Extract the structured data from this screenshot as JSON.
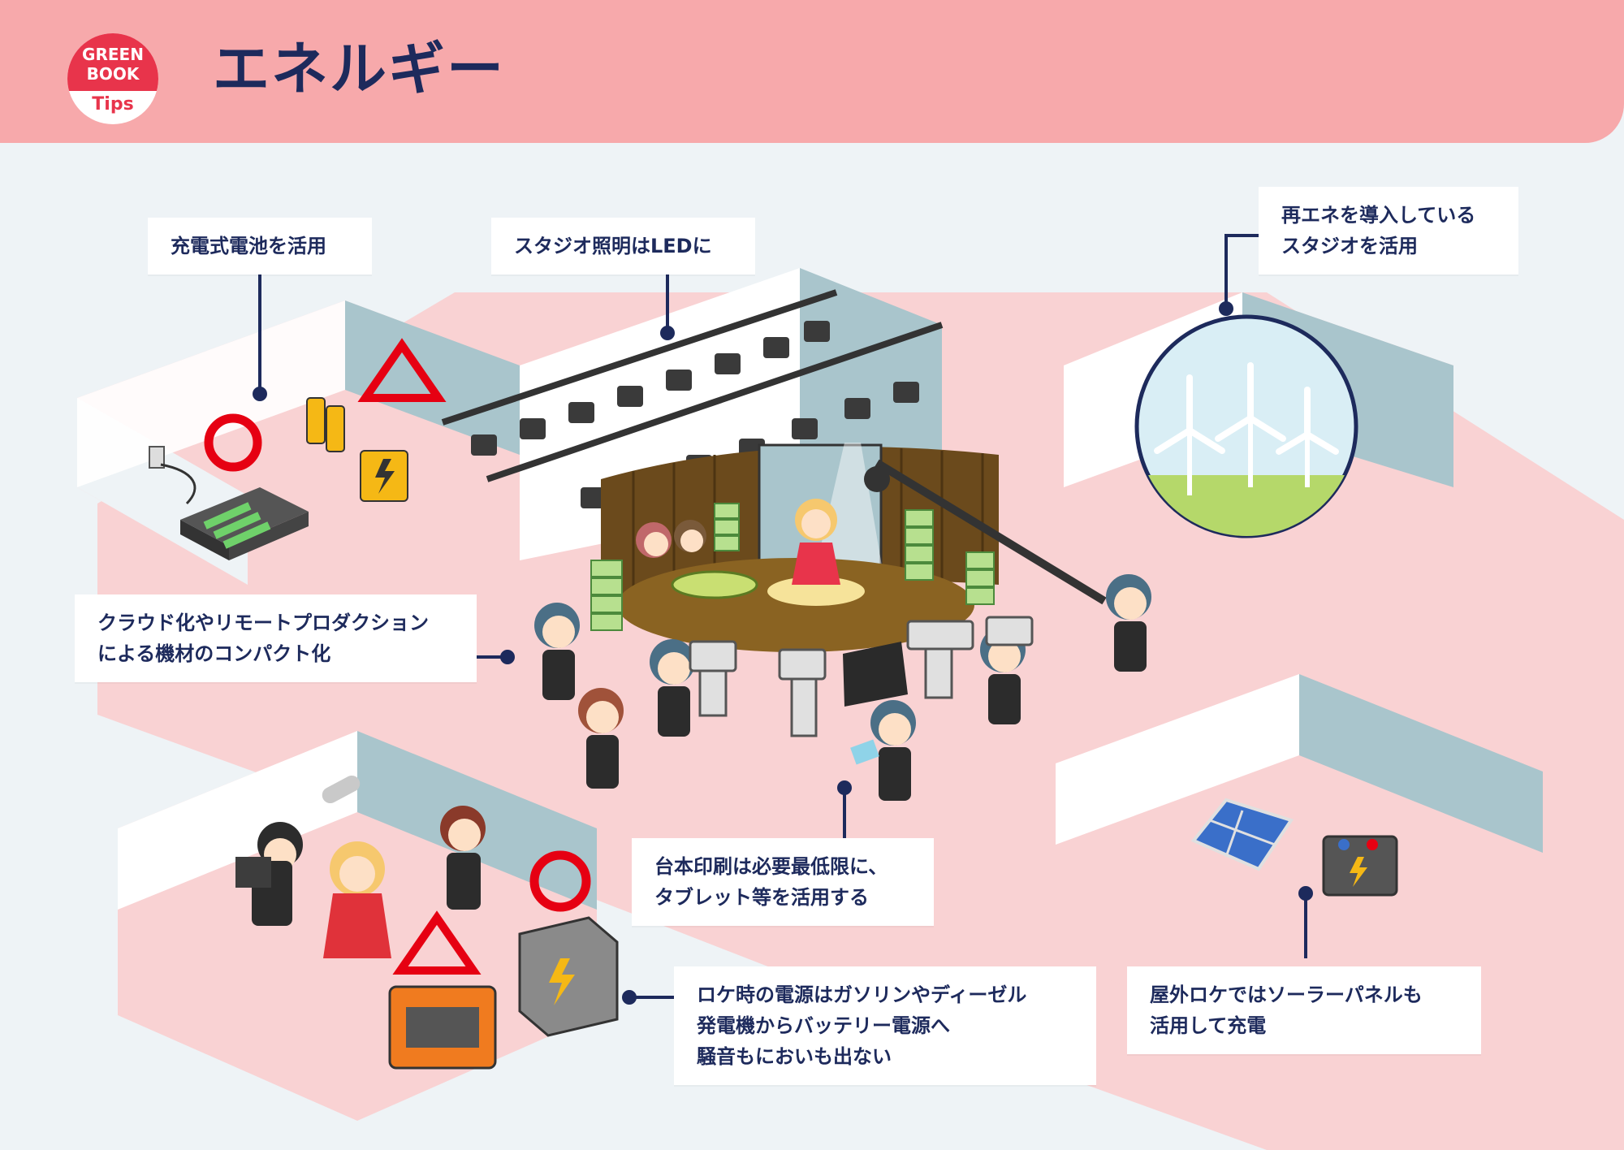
{
  "header": {
    "badge": {
      "line1": "GREEN",
      "line2": "BOOK",
      "line3": "Tips"
    },
    "title": "エネルギー"
  },
  "callouts": {
    "battery": {
      "lines": [
        "充電式電池を活用"
      ]
    },
    "led": {
      "lines": [
        "スタジオ照明はLEDに"
      ]
    },
    "renewable": {
      "lines": [
        "再エネを導入している",
        "スタジオを活用"
      ]
    },
    "cloud": {
      "lines": [
        "クラウド化やリモートプロダクション",
        "による機材のコンパクト化"
      ]
    },
    "script": {
      "lines": [
        "台本印刷は必要最低限に、",
        "タブレット等を活用する"
      ]
    },
    "location_power": {
      "lines": [
        "ロケ時の電源はガソリンやディーゼル",
        "発電機からバッテリー電源へ",
        "騒音もにおいも出ない"
      ]
    },
    "solar": {
      "lines": [
        "屋外ロケではソーラーパネルも",
        "活用して充電"
      ]
    }
  },
  "colors": {
    "header": "#f7a9ab",
    "navy": "#1d2a5c",
    "floor": "#f9d2d3",
    "wall": "#a9c5cc",
    "red_mark": "#e60012",
    "battery_yellow": "#f5b815",
    "stage_brown": "#6b4a1c",
    "grass": "#b5d86a",
    "sky": "#d9eef5",
    "generator_orange": "#f07b1f"
  },
  "marks": {
    "good": "circle-mark",
    "so_so": "triangle-mark"
  }
}
